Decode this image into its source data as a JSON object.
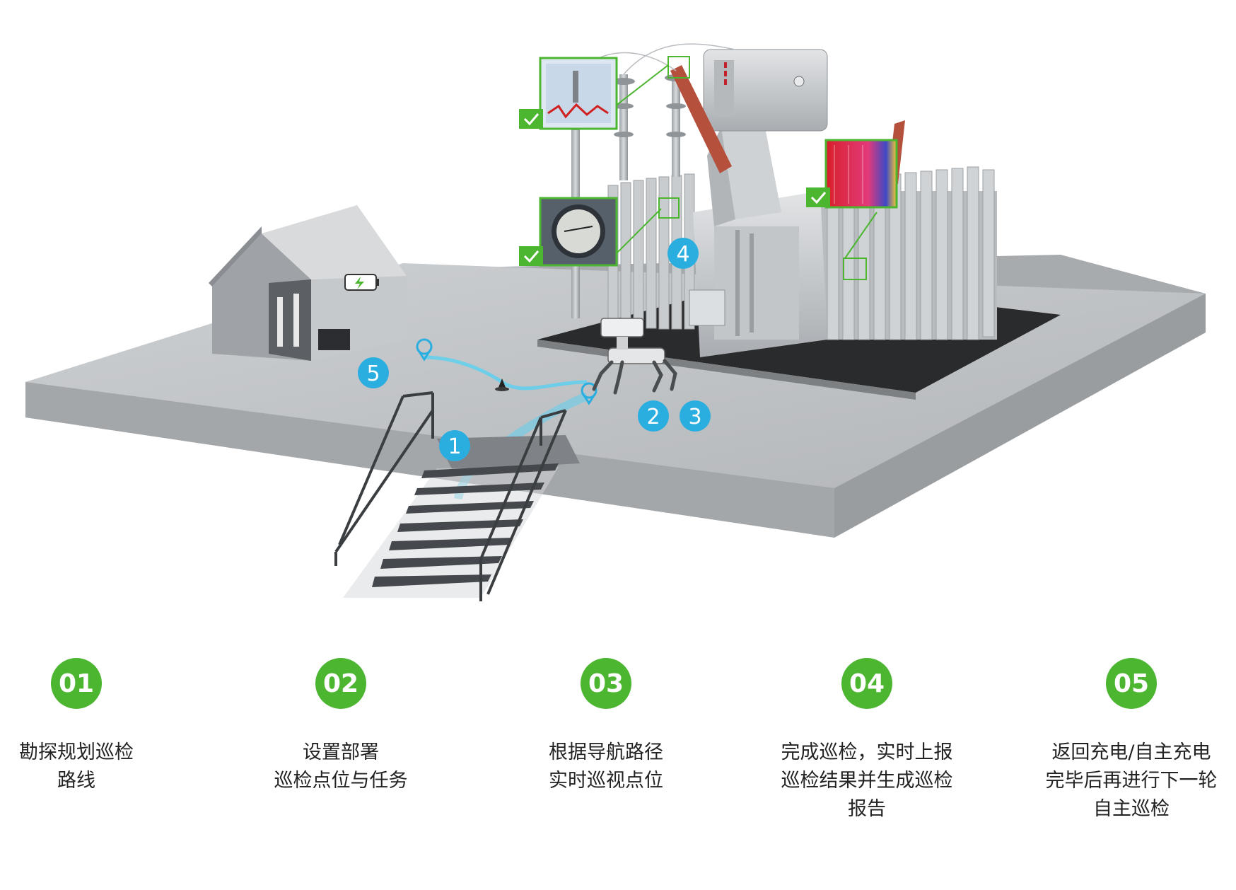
{
  "colors": {
    "accent_green": "#4cb631",
    "marker_blue": "#2aaee0",
    "path_blue": "#5fd0ee",
    "floor": "#b9bcbf",
    "text": "#222222"
  },
  "scene": {
    "markers": [
      "1",
      "2",
      "3",
      "4",
      "5"
    ],
    "icons": [
      "charging-house-icon",
      "battery-icon",
      "check-icon",
      "location-pin-icon",
      "robot-dog-icon",
      "transformer-icon",
      "staircase-icon"
    ]
  },
  "steps": [
    {
      "num": "01",
      "lines": [
        "勘探规划巡检",
        "路线"
      ]
    },
    {
      "num": "02",
      "lines": [
        "设置部署",
        "巡检点位与任务"
      ]
    },
    {
      "num": "03",
      "lines": [
        "根据导航路径",
        "实时巡视点位"
      ]
    },
    {
      "num": "04",
      "lines": [
        "完成巡检，实时上报",
        "巡检结果并生成巡检",
        "报告"
      ]
    },
    {
      "num": "05",
      "lines": [
        "返回充电/自主充电",
        "完毕后再进行下一轮",
        "自主巡检"
      ]
    }
  ]
}
